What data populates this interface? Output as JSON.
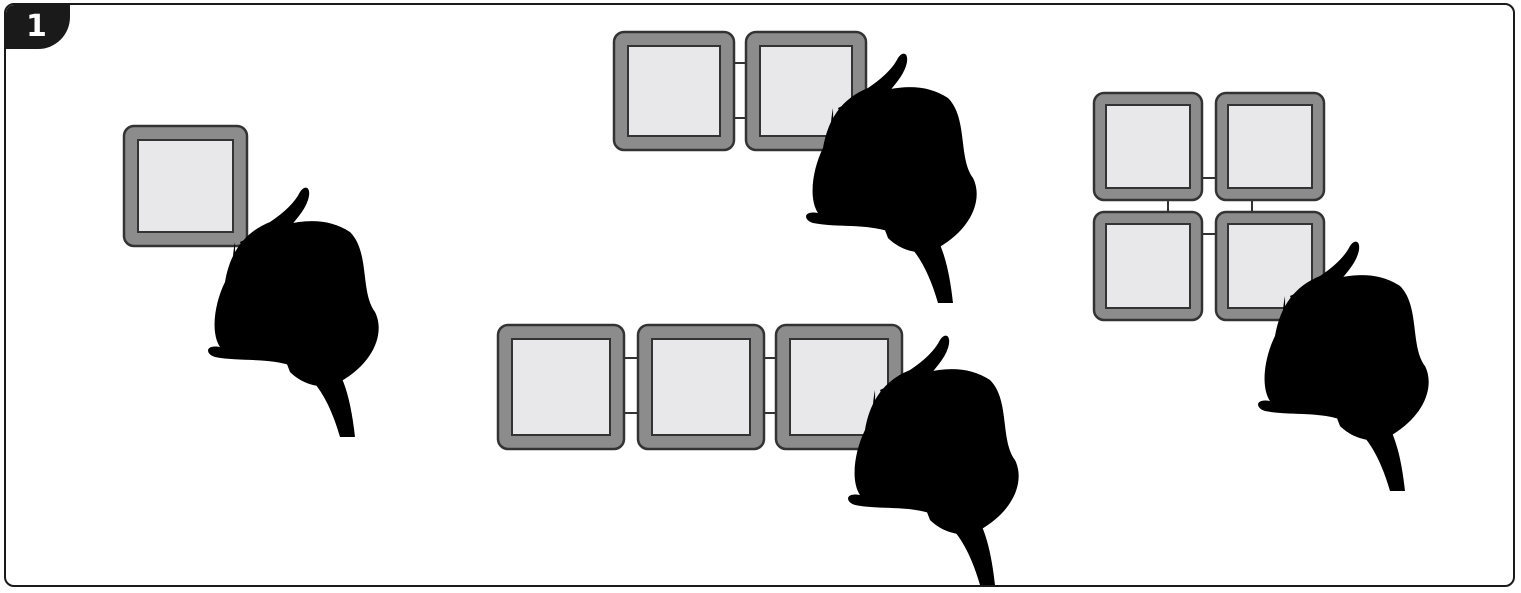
{
  "step": {
    "number": "1"
  },
  "colors": {
    "panel_frame": "#8c8c8c",
    "panel_face": "#e8e8ea",
    "outline": "#1a1a1a"
  },
  "groups": [
    {
      "name": "single-panel",
      "panels": 1,
      "arrangement": "1x1"
    },
    {
      "name": "double-panel",
      "panels": 2,
      "arrangement": "1x2"
    },
    {
      "name": "triple-panel",
      "panels": 3,
      "arrangement": "1x3"
    },
    {
      "name": "quad-panel",
      "panels": 4,
      "arrangement": "2x2"
    }
  ],
  "icons": [
    "hand-with-cloth-icon"
  ]
}
